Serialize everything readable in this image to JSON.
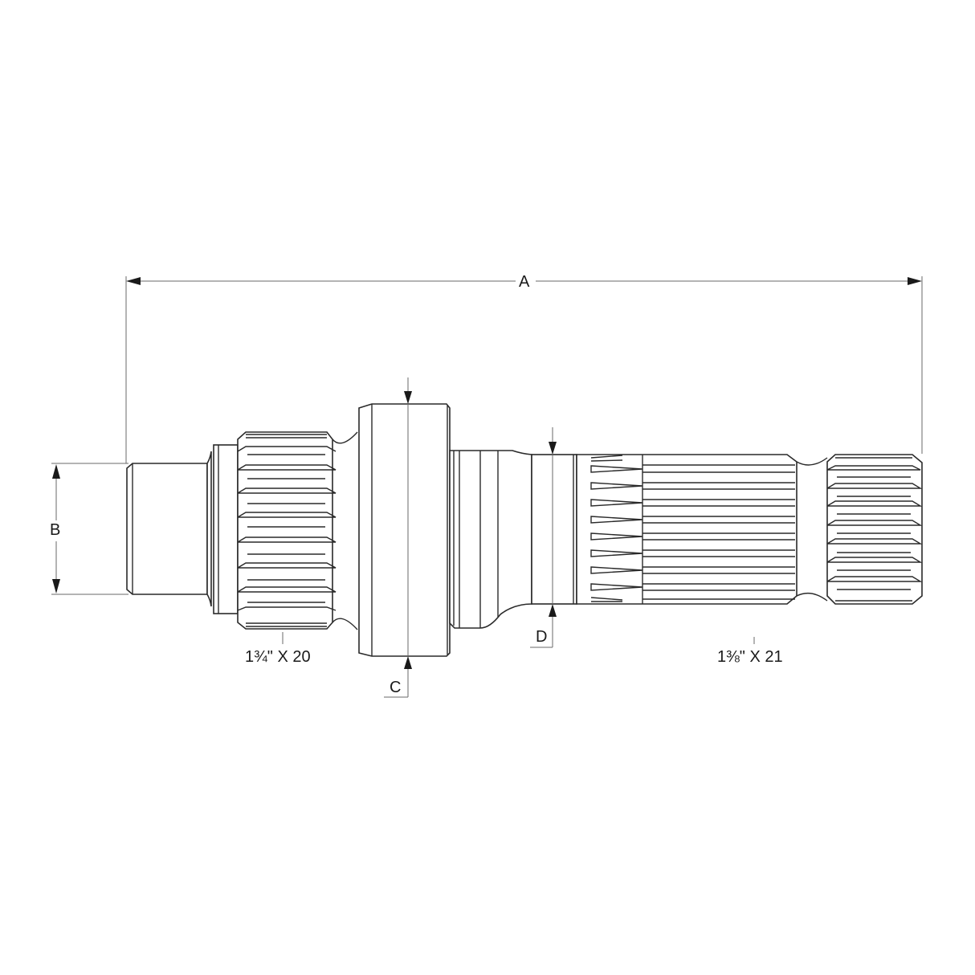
{
  "drawing": {
    "subject": "splined shaft technical drawing",
    "line_color": "#2a2a2a",
    "background": "#ffffff"
  },
  "dimensions": {
    "A": {
      "label": "A",
      "orientation": "horizontal",
      "description": "overall length"
    },
    "B": {
      "label": "B",
      "orientation": "vertical",
      "description": "pilot diameter"
    },
    "C": {
      "label": "C",
      "orientation": "vertical",
      "description": "flange diameter"
    },
    "D": {
      "label": "D",
      "orientation": "vertical",
      "description": "neck diameter"
    }
  },
  "spline_specs": [
    {
      "id": "left-spline",
      "label": "1¾\" X 20"
    },
    {
      "id": "right-spline",
      "label": "1⅜\" X 21"
    }
  ]
}
